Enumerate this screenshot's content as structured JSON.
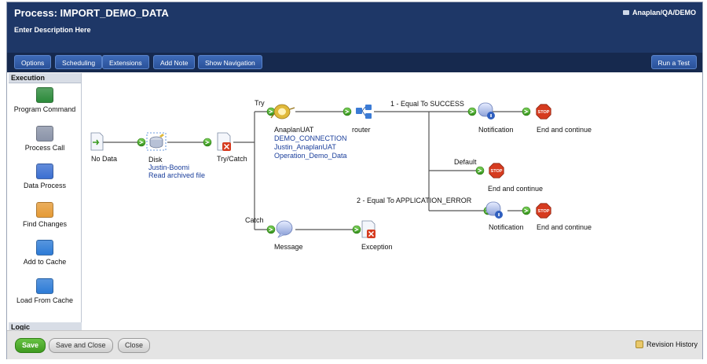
{
  "header": {
    "title": "Process: IMPORT_DEMO_DATA",
    "description": "Enter Description Here",
    "account": "Anaplan/QA/DEMO"
  },
  "toolbar": {
    "options": "Options",
    "scheduling": "Scheduling",
    "extensions": "Extensions",
    "add_note": "Add Note",
    "show_navigation": "Show Navigation",
    "run_test": "Run a Test"
  },
  "palette": {
    "section": "Execution",
    "items": [
      {
        "label": "Program Command",
        "icon": "terminal-icon",
        "color": "#2b8a3a"
      },
      {
        "label": "Process Call",
        "icon": "gears-icon",
        "color": "#8a93a8"
      },
      {
        "label": "Data Process",
        "icon": "shapes-icon",
        "color": "#3b6fd1"
      },
      {
        "label": "Find Changes",
        "icon": "document-icon",
        "color": "#e59a35"
      },
      {
        "label": "Add to Cache",
        "icon": "cache-add-icon",
        "color": "#2d7bd6"
      },
      {
        "label": "Load From Cache",
        "icon": "cache-load-icon",
        "color": "#2d7bd6"
      }
    ],
    "logic_section": "Logic"
  },
  "canvas": {
    "start": {
      "label": "No Data"
    },
    "disk": {
      "label": "Disk",
      "line1": "Justin-Boomi",
      "line2": "Read archived file"
    },
    "trycatch": {
      "label": "Try/Catch"
    },
    "try_label": "Try",
    "catch_label": "Catch",
    "connector": {
      "label": "AnaplanUAT",
      "line1": "DEMO_CONNECTION",
      "line2": "Justin_AnaplanUAT",
      "line3": "Operation_Demo_Data"
    },
    "router": {
      "label": "router"
    },
    "route1": "1 - Equal To SUCCESS",
    "route_default": "Default",
    "route2": "2 - Equal To APPLICATION_ERROR",
    "notification1": "Notification",
    "notification2": "Notification",
    "end1": "End and continue",
    "end2": "End and continue",
    "end3": "End and continue",
    "message": "Message",
    "exception": "Exception",
    "stop_text": "STOP",
    "colors": {
      "line": "#555555",
      "arrow": "#4aa52a",
      "stop": "#d63b1f",
      "link": "#1a3e9b"
    }
  },
  "footer": {
    "save": "Save",
    "save_close": "Save and Close",
    "close": "Close",
    "revision_history": "Revision History"
  }
}
